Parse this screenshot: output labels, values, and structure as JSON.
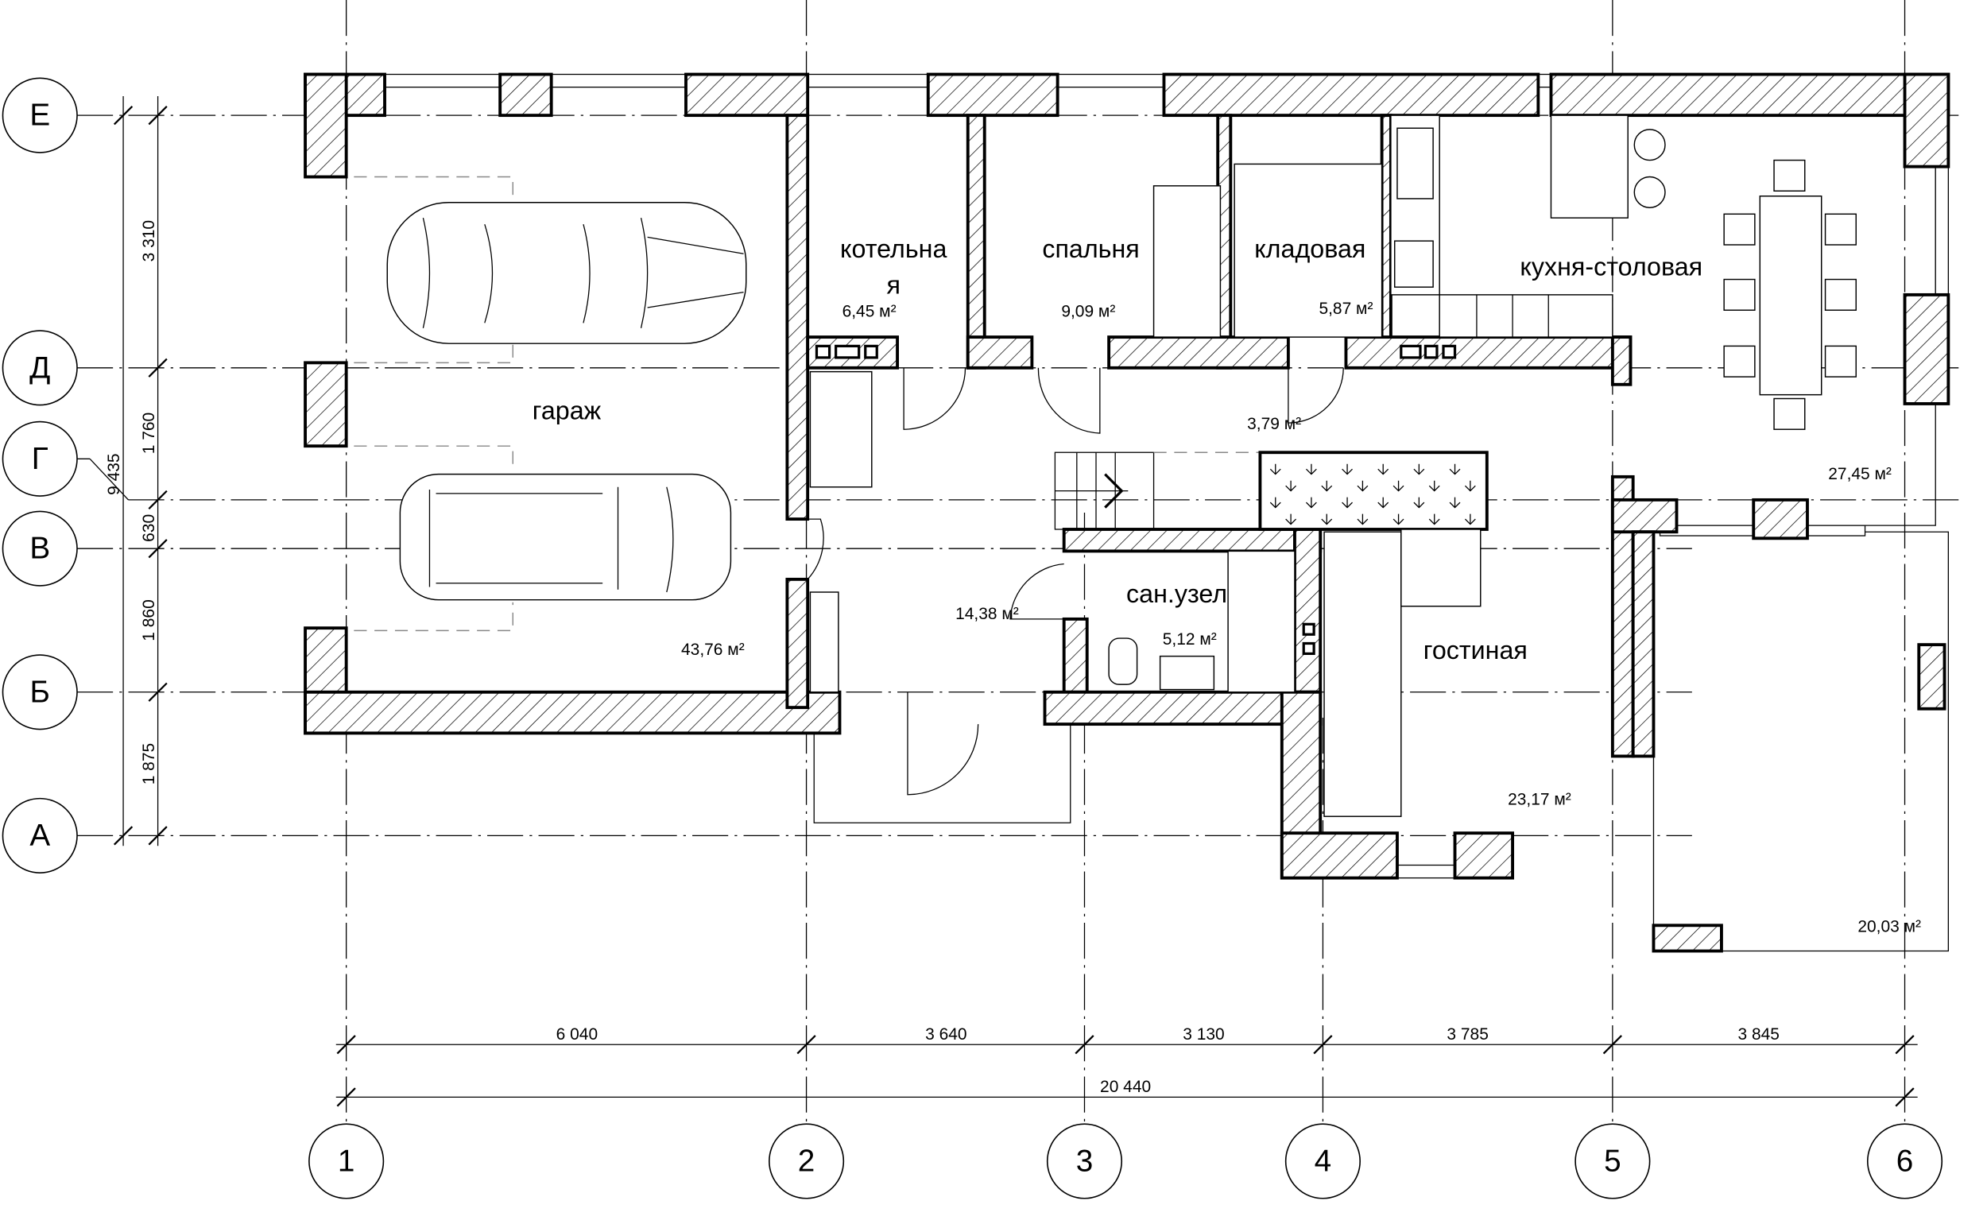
{
  "axes": {
    "rows": [
      "Е",
      "Д",
      "Г",
      "В",
      "Б",
      "А"
    ],
    "columns": [
      "1",
      "2",
      "3",
      "4",
      "5",
      "6"
    ]
  },
  "dimensions": {
    "vertical": [
      "3 310",
      "1 760",
      "630",
      "1 860",
      "1 875"
    ],
    "vertical_total": "9 435",
    "horizontal": [
      "6 040",
      "3 640",
      "3 130",
      "3 785",
      "3 845"
    ],
    "horizontal_total": "20 440"
  },
  "rooms": {
    "garage": {
      "name": "гараж",
      "area": "43,76 м²"
    },
    "boiler": {
      "name_line1": "котельна",
      "name_line2": "я",
      "area": "6,45 м²"
    },
    "bedroom": {
      "name": "спальня",
      "area": "9,09 м²"
    },
    "storage": {
      "name": "кладовая",
      "area": "5,87 м²"
    },
    "kitchen": {
      "name": "кухня-столовая",
      "area": "27,45 м²"
    },
    "corridor": {
      "area": "3,79 м²"
    },
    "hall": {
      "area": "14,38 м²"
    },
    "bathroom": {
      "name": "сан.узел",
      "area": "5,12 м²"
    },
    "living": {
      "name": "гостиная",
      "area": "23,17 м²"
    },
    "terrace": {
      "area": "20,03 м²"
    }
  }
}
